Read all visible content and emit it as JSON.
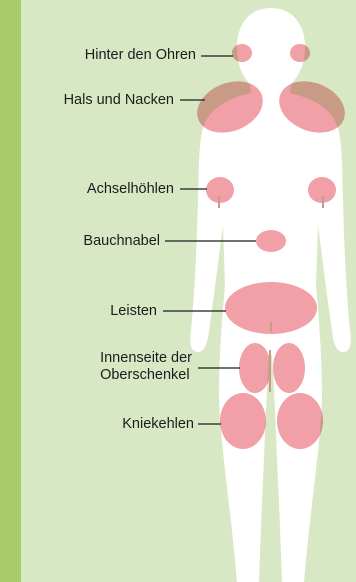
{
  "colors": {
    "background": "#d9e8c4",
    "sidebar": "#a9cc6a",
    "silhouette": "#ffffff",
    "zone": "#f0a0a6",
    "zone_overlap": "#c79b86",
    "leader": "#1c1c1c"
  },
  "labels": {
    "ears": "Hinter den Ohren",
    "neck": "Hals und Nacken",
    "armpits": "Achselhöhlen",
    "navel": "Bauchnabel",
    "groin": "Leisten",
    "inner_thigh_1": "Innenseite der",
    "inner_thigh_2": "Oberschenkel",
    "knees": "Kniekehlen"
  }
}
